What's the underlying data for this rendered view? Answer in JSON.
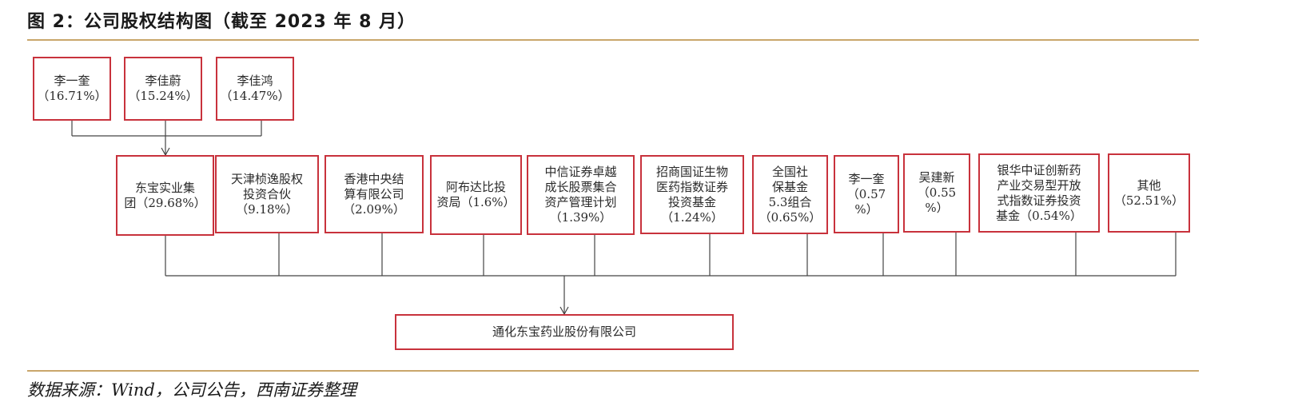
{
  "header": {
    "title": "图 2：公司股权结构图（截至 2023 年 8 月）"
  },
  "top_holders": [
    {
      "name": "李一奎",
      "stake": "（16.71%）"
    },
    {
      "name": "李佳蔚",
      "stake": "（15.24%）"
    },
    {
      "name": "李佳鸿",
      "stake": "（14.47%）"
    }
  ],
  "shareholders": [
    {
      "label": "东宝实业集\n团（29.68%）"
    },
    {
      "label": "天津桢逸股权\n投资合伙\n（9.18%）"
    },
    {
      "label": "香港中央结\n算有限公司\n（2.09%）"
    },
    {
      "label": "阿布达比投\n资局（1.6%）"
    },
    {
      "label": "中信证券卓越\n成长股票集合\n资产管理计划\n（1.39%）"
    },
    {
      "label": "招商国证生物\n医药指数证券\n投资基金\n（1.24%）"
    },
    {
      "label": "全国社\n保基金\n5.3组合\n（0.65%）"
    },
    {
      "label": "李一奎\n（0.57\n%）"
    },
    {
      "label": "吴建新\n（0.55\n%）"
    },
    {
      "label": "银华中证创新药\n产业交易型开放\n式指数证券投资\n基金（0.54%）"
    },
    {
      "label": "其他\n（52.51%）"
    }
  ],
  "company": {
    "name": "通化东宝药业股份有限公司"
  },
  "footer": {
    "source": "数据来源：Wind，公司公告，西南证券整理"
  },
  "colors": {
    "box_border": "#c8323c",
    "rule": "#c9a66b",
    "connector": "#444444"
  }
}
